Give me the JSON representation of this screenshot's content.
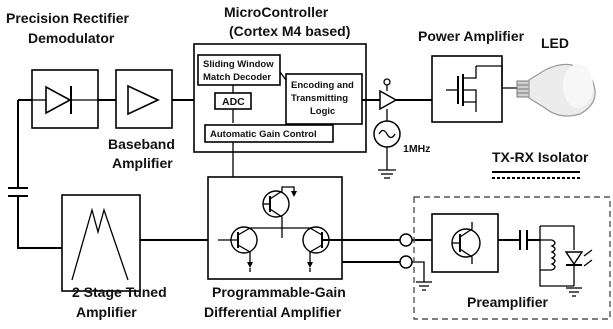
{
  "labels": {
    "rectifier_l1": "Precision Rectifier",
    "rectifier_l2": "Demodulator",
    "baseband_l1": "Baseband",
    "baseband_l2": "Amplifier",
    "mcu_l1": "MicroController",
    "mcu_l2": "(Cortex M4 based)",
    "sliding_l1": "Sliding Window",
    "sliding_l2": "Match Decoder",
    "adc": "ADC",
    "encoding_l1": "Encoding and",
    "encoding_l2": "Transmitting",
    "encoding_l3": "Logic",
    "agc": "Automatic Gain Control",
    "power_amp": "Power Amplifier",
    "led": "LED",
    "freq": "1MHz",
    "isolator": "TX-RX Isolator",
    "tuned_l1": "2 Stage Tuned",
    "tuned_l2": "Amplifier",
    "pga_l1": "Programmable-Gain",
    "pga_l2": "Differential Amplifier",
    "preamp": "Preamplifier"
  }
}
